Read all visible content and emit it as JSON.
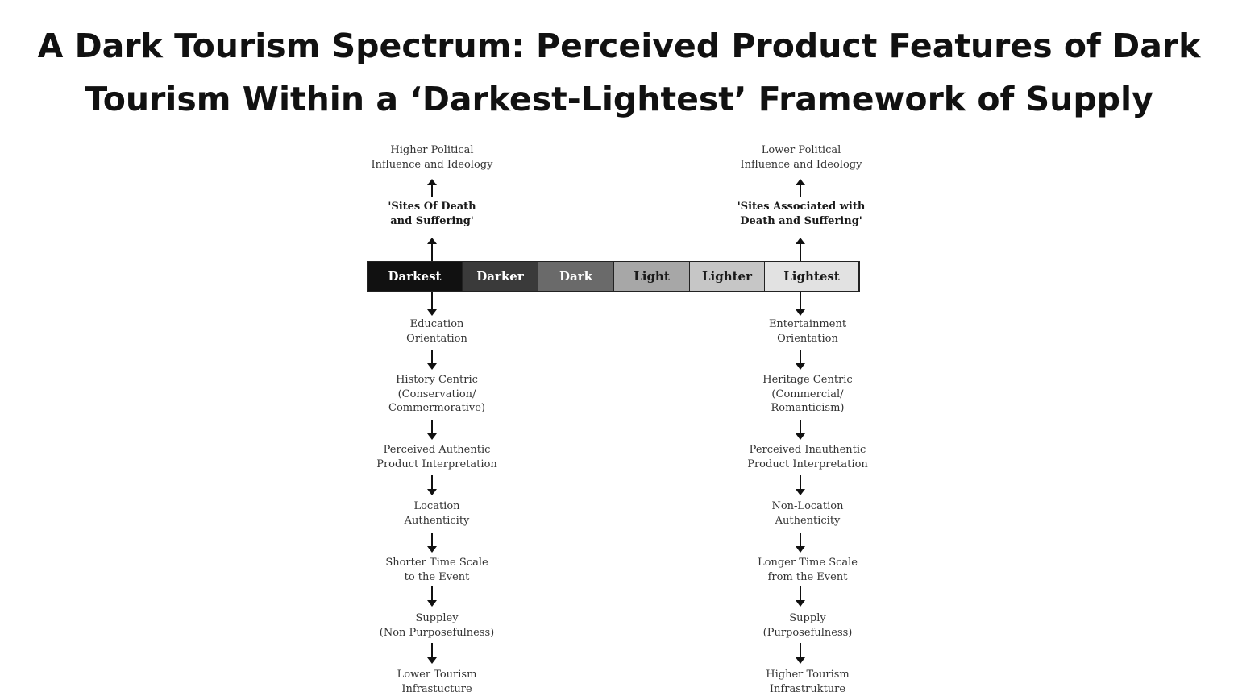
{
  "title": {
    "line1": "A Dark Tourism Spectrum: Perceived Product Features of Dark",
    "line2": "Tourism Within a ‘Darkest-Lightest’ Framework of Supply"
  },
  "spectrum": [
    {
      "label": "Darkest",
      "bg": "#111111",
      "fg": "#ffffff"
    },
    {
      "label": "Darker",
      "bg": "#3a3a3a",
      "fg": "#ffffff"
    },
    {
      "label": "Dark",
      "bg": "#6a6a6a",
      "fg": "#ffffff"
    },
    {
      "label": "Light",
      "bg": "#a7a7a7",
      "fg": "#1a1a1a"
    },
    {
      "label": "Lighter",
      "bg": "#c6c6c6",
      "fg": "#1a1a1a"
    },
    {
      "label": "Lightest",
      "bg": "#e2e2e2",
      "fg": "#1a1a1a"
    }
  ],
  "left": {
    "top_line1": "Higher Political",
    "top_line2": "Influence and Ideology",
    "site_line1": "'Sites Of Death",
    "site_line2": "and Suffering'",
    "features": [
      {
        "line1": "Education",
        "line2": "Orientation"
      },
      {
        "line1": "History Centric",
        "line2": "(Conservation/",
        "line3": "Commermorative)"
      },
      {
        "line1": "Perceived Authentic",
        "line2": "Product Interpretation"
      },
      {
        "line1": "Location",
        "line2": "Authenticity"
      },
      {
        "line1": "Shorter Time Scale",
        "line2": "to the Event"
      },
      {
        "line1": "Suppley",
        "line2": "(Non Purposefulness)"
      },
      {
        "line1": "Lower Tourism",
        "line2": "Infrastucture"
      }
    ]
  },
  "right": {
    "top_line1": "Lower Political",
    "top_line2": "Influence and Ideology",
    "site_line1": "'Sites Associated with",
    "site_line2": "Death and Suffering'",
    "features": [
      {
        "line1": "Entertainment",
        "line2": "Orientation"
      },
      {
        "line1": "Heritage Centric",
        "line2": "(Commercial/",
        "line3": "Romanticism)"
      },
      {
        "line1": "Perceived Inauthentic",
        "line2": "Product Interpretation"
      },
      {
        "line1": "Non-Location",
        "line2": "Authenticity"
      },
      {
        "line1": "Longer Time Scale",
        "line2": "from the Event"
      },
      {
        "line1": "Supply",
        "line2": "(Purposefulness)"
      },
      {
        "line1": "Higher Tourism",
        "line2": "Infrastrukture"
      }
    ]
  }
}
